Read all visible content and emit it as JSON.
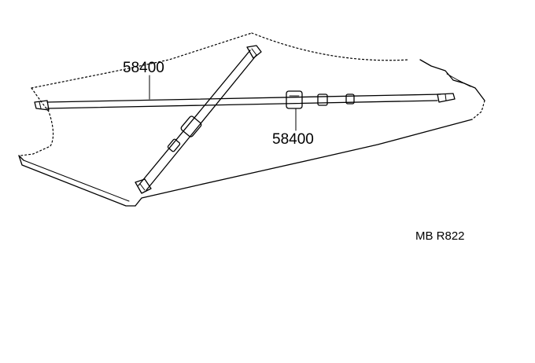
{
  "callouts": [
    {
      "id": "upper",
      "label": "58400"
    },
    {
      "id": "lower",
      "label": "58400"
    }
  ],
  "diagram_code": "MB R822"
}
